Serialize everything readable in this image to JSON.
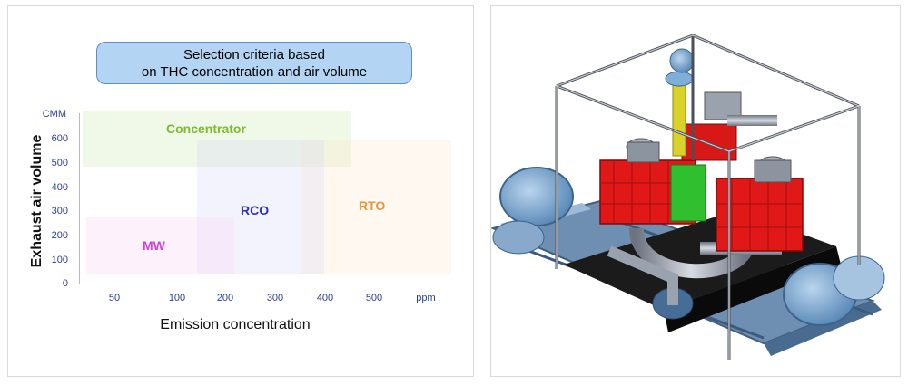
{
  "diagram": {
    "title_lines": [
      "Selection criteria based",
      "on THC concentration and air volume"
    ],
    "y_axis": {
      "label": "Exhaust air volume",
      "unit": "CMM",
      "ticks": [
        "0",
        "100",
        "200",
        "300",
        "400",
        "500",
        "600"
      ]
    },
    "x_axis": {
      "label": "Emission concentration",
      "unit": "ppm",
      "ticks": [
        "50",
        "100",
        "200",
        "300",
        "400",
        "500"
      ]
    },
    "zones": [
      {
        "label": "Concentrator",
        "color": "#7dbb2e"
      },
      {
        "label": "RCO",
        "color": "#2b2ec4"
      },
      {
        "label": "RTO",
        "color": "#e8963a"
      },
      {
        "label": "MW",
        "color": "#d63fd6"
      }
    ]
  },
  "equipment_illustration": {
    "description_icon": "rto-3d-model-icon"
  }
}
